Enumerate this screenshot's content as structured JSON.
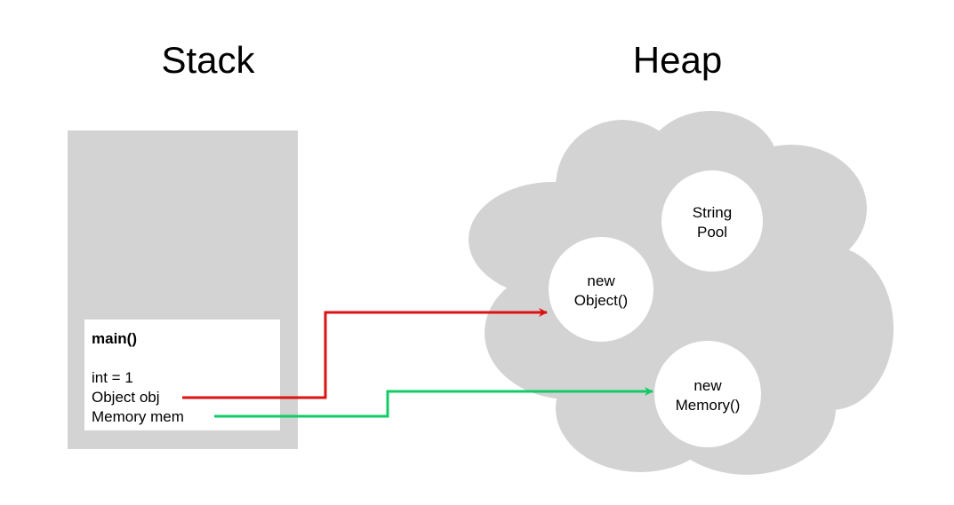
{
  "stack": {
    "title": "Stack",
    "frame": {
      "name": "main()",
      "variables": [
        "int = 1",
        "Object obj",
        "Memory mem"
      ]
    }
  },
  "heap": {
    "title": "Heap",
    "objects": {
      "string_pool": [
        "String",
        "Pool"
      ],
      "new_object": [
        "new",
        "Object()"
      ],
      "new_memory": [
        "new",
        "Memory()"
      ]
    }
  },
  "colors": {
    "background": "#ffffff",
    "region_fill": "#d3d3d3",
    "frame_fill": "#ffffff",
    "obj_reference": "#dd1111",
    "mem_reference": "#11cc66"
  }
}
